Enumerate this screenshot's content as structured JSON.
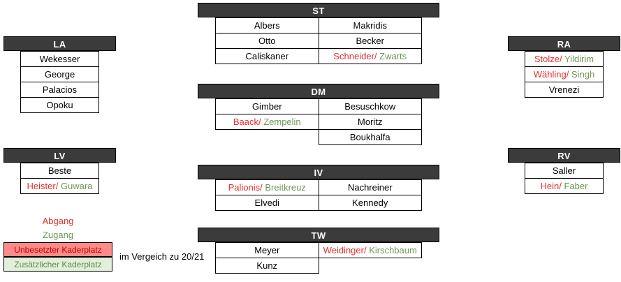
{
  "groups": [
    {
      "id": "st",
      "code": "ST",
      "columns": 2,
      "rows": [
        [
          {
            "text": "Albers",
            "style": "plain"
          },
          {
            "text": "Makridis",
            "style": "plain"
          }
        ],
        [
          {
            "text": "Otto",
            "style": "plain"
          },
          {
            "text": "Becker",
            "style": "plain"
          }
        ],
        [
          {
            "text": "Caliskaner",
            "style": "plain"
          },
          {
            "out": "Schneider/",
            "in": "Zwarts",
            "style": "swap"
          }
        ]
      ]
    },
    {
      "id": "dm",
      "code": "DM",
      "columns": 2,
      "rows": [
        [
          {
            "text": "Gimber",
            "style": "plain"
          },
          {
            "text": "Besuschkow",
            "style": "plain"
          }
        ],
        [
          {
            "out": "Baack/",
            "in": "Zempelin",
            "style": "swap"
          },
          {
            "text": "Moritz",
            "style": "plain"
          }
        ],
        [
          {
            "text": "",
            "style": "empty"
          },
          {
            "text": "Boukhalfa",
            "style": "fill-green"
          }
        ]
      ]
    },
    {
      "id": "iv",
      "code": "IV",
      "columns": 2,
      "rows": [
        [
          {
            "out": "Palionis/",
            "in": "Breitkreuz",
            "style": "swap"
          },
          {
            "text": "Nachreiner",
            "style": "plain"
          }
        ],
        [
          {
            "text": "Elvedi",
            "style": "plain"
          },
          {
            "text": "Kennedy",
            "style": "plain"
          }
        ]
      ]
    },
    {
      "id": "tw",
      "code": "TW",
      "columns": 2,
      "rows": [
        [
          {
            "text": "Meyer",
            "style": "plain"
          },
          {
            "out": "Weidinger/",
            "in": "Kirschbaum",
            "style": "swap"
          }
        ],
        [
          {
            "text": "Kunz",
            "style": "plain"
          },
          {
            "text": "",
            "style": "empty"
          }
        ]
      ]
    },
    {
      "id": "la",
      "code": "LA",
      "columns": 1,
      "rows": [
        [
          {
            "text": "Wekesser",
            "style": "plain"
          }
        ],
        [
          {
            "text": "George",
            "style": "plain"
          }
        ],
        [
          {
            "text": "Palacios",
            "style": "fill-red"
          }
        ],
        [
          {
            "text": "Opoku",
            "style": "fill-red"
          }
        ]
      ]
    },
    {
      "id": "lv",
      "code": "LV",
      "columns": 1,
      "rows": [
        [
          {
            "text": "Beste",
            "style": "plain"
          }
        ],
        [
          {
            "out": "Heister/",
            "in": "Guwara",
            "style": "swap"
          }
        ]
      ]
    },
    {
      "id": "ra",
      "code": "RA",
      "columns": 1,
      "rows": [
        [
          {
            "out": "Stolze/",
            "in": "Yildirim",
            "style": "swap"
          }
        ],
        [
          {
            "out": "Wähling/",
            "in": "Singh",
            "style": "swap"
          }
        ],
        [
          {
            "text": "Vrenezi",
            "style": "fill-red"
          }
        ]
      ]
    },
    {
      "id": "rv",
      "code": "RV",
      "columns": 1,
      "rows": [
        [
          {
            "text": "Saller",
            "style": "plain"
          }
        ],
        [
          {
            "out": "Hein/",
            "in": "Faber",
            "style": "swap"
          }
        ]
      ]
    }
  ],
  "legend": {
    "abgang": "Abgang",
    "zugang": "Zugang",
    "unbesetzt": "Unbesetzter Kaderplatz",
    "zusaetzlich": "Zusätzlicher Kaderplatz",
    "note": "im Vergeich zu 20/21"
  },
  "colors": {
    "header_bg": "#3b3b3b",
    "out_red": "#e03030",
    "in_green": "#6f9656",
    "fill_red": "#ff8a8a",
    "fill_green": "#e2efda"
  }
}
